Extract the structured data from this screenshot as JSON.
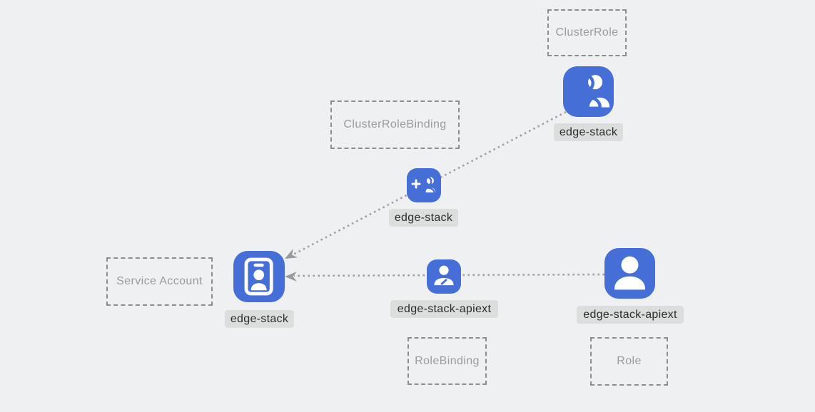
{
  "diagram": {
    "description": "Kubernetes RBAC resource diagram",
    "colors": {
      "background": "#eff0f2",
      "icon_blue": "#466ed7",
      "label_pill_bg": "#dcdddd",
      "label_text": "#2b2b2b",
      "dashed_border": "#8d8d8d",
      "dashed_text": "#9b9b9b",
      "line_gray": "#a0a0a0",
      "arrow_gray": "#9a9a9a"
    },
    "type_boxes": [
      {
        "id": "cluster-role",
        "label": "ClusterRole"
      },
      {
        "id": "cluster-role-binding",
        "label": "ClusterRoleBinding"
      },
      {
        "id": "service-account",
        "label": "Service Account"
      },
      {
        "id": "role-binding",
        "label": "RoleBinding"
      },
      {
        "id": "role",
        "label": "Role"
      }
    ],
    "nodes": [
      {
        "id": "cluster-role-node",
        "type": "ClusterRole",
        "label": "edge-stack",
        "icon": "people-icon"
      },
      {
        "id": "cluster-role-binding-node",
        "type": "ClusterRoleBinding",
        "label": "edge-stack",
        "icon": "person-add-icon"
      },
      {
        "id": "service-account-node",
        "type": "Service Account",
        "label": "edge-stack",
        "icon": "id-badge-icon"
      },
      {
        "id": "role-binding-node",
        "type": "RoleBinding",
        "label": "edge-stack-apiext",
        "icon": "person-edit-icon"
      },
      {
        "id": "role-node",
        "type": "Role",
        "label": "edge-stack-apiext",
        "icon": "person-icon"
      }
    ],
    "edges": [
      {
        "from": "cluster-role-node",
        "to": "service-account-node",
        "via": "cluster-role-binding-node",
        "style": "dotted-arrow"
      },
      {
        "from": "role-node",
        "to": "service-account-node",
        "via": "role-binding-node",
        "style": "dotted-arrow"
      }
    ]
  }
}
